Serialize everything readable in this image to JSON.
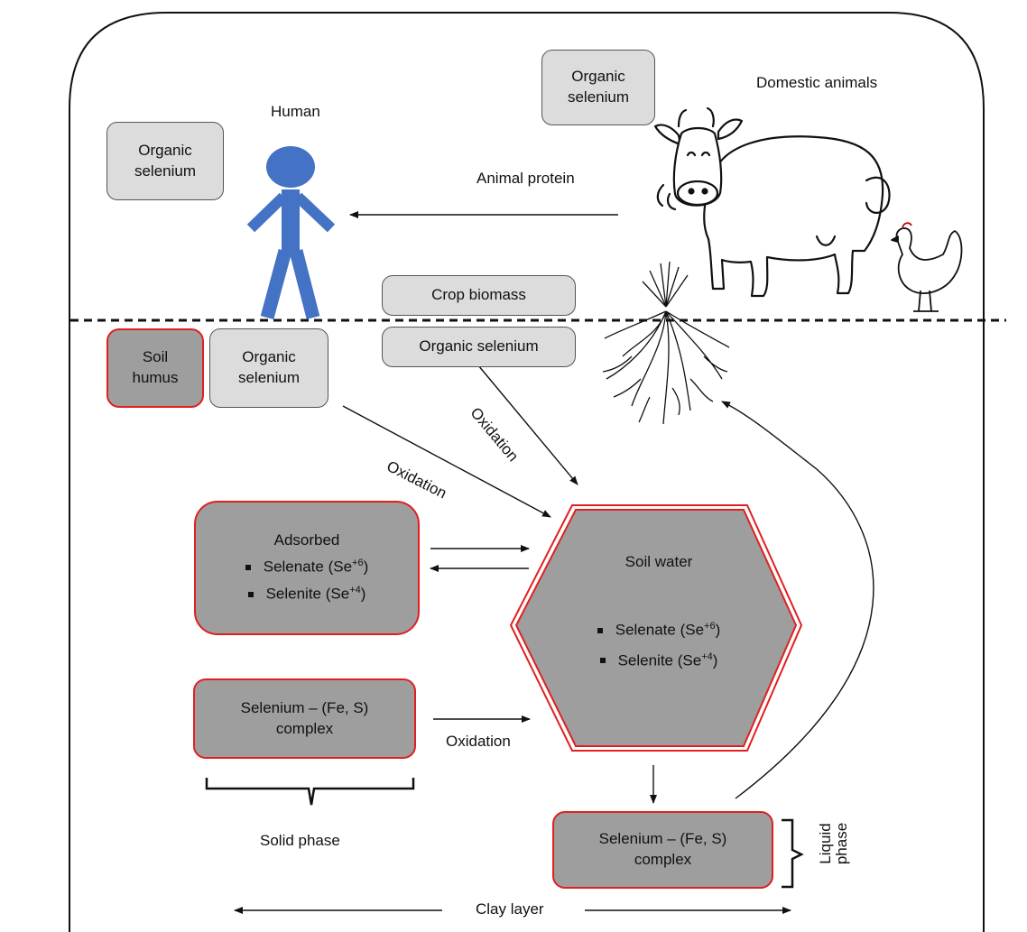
{
  "labels": {
    "human": "Human",
    "domestic_animals": "Domestic animals",
    "animal_protein": "Animal protein",
    "oxidation_1": "Oxidation",
    "oxidation_2": "Oxidation",
    "oxidation_3": "Oxidation",
    "solid_phase": "Solid phase",
    "liquid_phase": "Liquid phase",
    "clay_layer": "Clay layer"
  },
  "boxes": {
    "organic_selenium_human": "Organic selenium",
    "organic_selenium_animals": "Organic selenium",
    "crop_biomass": "Crop biomass",
    "organic_selenium_crop": "Organic selenium",
    "soil_humus": "Soil humus",
    "organic_selenium_soil": "Organic selenium",
    "fe_s_complex_solid": "Selenium – (Fe, S) complex",
    "fe_s_complex_liquid": "Selenium – (Fe, S) complex"
  },
  "adsorbed": {
    "title": "Adsorbed",
    "item1": "Selenate (Se",
    "item1_sup": "+6",
    "item2": "Selenite (Se",
    "item2_sup": "+4"
  },
  "soil_water": {
    "title": "Soil water",
    "item1": "Selenate (Se",
    "item1_sup": "+6",
    "item2": "Selenite (Se",
    "item2_sup": "+4"
  },
  "colors": {
    "human": "#4472c4",
    "light_box": "#dcdcdc",
    "dark_box": "#9e9e9e",
    "red_border": "#e02020"
  },
  "icons": [
    "human-figure-icon",
    "cow-icon",
    "chicken-icon",
    "plant-roots-icon"
  ]
}
